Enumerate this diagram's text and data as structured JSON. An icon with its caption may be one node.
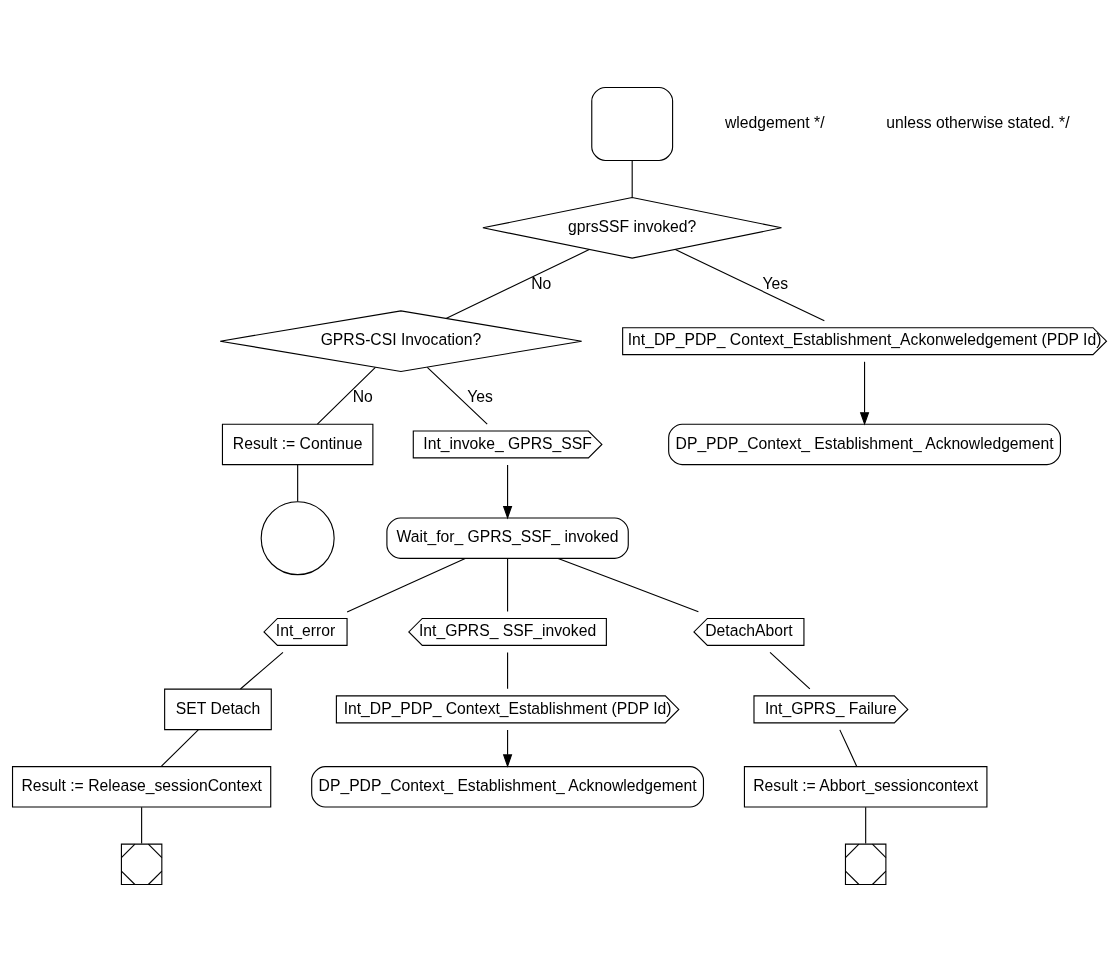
{
  "diagram": {
    "nodes": [
      {
        "text": [],
        "shape": "box"
      },
      {
        "text": [
          "gprsSSF invoked?"
        ]
      },
      {
        "text": [
          "GPRS-CSI Invocation?"
        ]
      },
      {
        "text": [
          "Result := Continue"
        ]
      },
      {
        "text": [],
        "shape": "circle"
      },
      {
        "text": [
          "Int_invoke_ GPRS_SSF"
        ]
      },
      {
        "text": [
          "Wait_for_ GPRS_SSF_ invoked"
        ]
      },
      {
        "text": [
          "Int_DP_PDP_ Context_Establishment_Ackonweledgement (PDP Id)"
        ]
      },
      {
        "text": [
          "DP_PDP_Context_ Establishment_ Acknowledgement"
        ]
      },
      {
        "text": [
          "Int_error"
        ]
      },
      {
        "text": [
          "SET Detach"
        ]
      },
      {
        "text": [
          "Result := Release_sessionContext"
        ]
      },
      {
        "text": [],
        "shape": "cross"
      },
      {
        "text": [
          "Int_GPRS_ SSF_invoked"
        ]
      },
      {
        "text": [
          "Int_DP_PDP_ Context_Establishment (PDP Id)"
        ]
      },
      {
        "text": [
          "DP_PDP_Context_ Establishment_ Acknowledgement"
        ]
      },
      {
        "text": [
          "DetachAbort"
        ]
      },
      {
        "text": [
          "Int_GPRS_ Failure"
        ]
      },
      {
        "text": [
          "Result := Abbort_sessioncontext"
        ]
      },
      {
        "text": [],
        "shape": "cross"
      }
    ],
    "edges": [
      {
        "from": 0,
        "to": 1,
        "arrow": "none"
      },
      {
        "from": 1,
        "to": 2,
        "arrow": "none",
        "label": "No"
      },
      {
        "from": 1,
        "to": 7,
        "arrow": "none",
        "label": "Yes"
      },
      {
        "from": 2,
        "to": 3,
        "arrow": "none",
        "label": "No"
      },
      {
        "from": 2,
        "to": 5,
        "arrow": "none",
        "label": "Yes"
      },
      {
        "from": 3,
        "to": 4,
        "arrow": "none"
      },
      {
        "from": 5,
        "to": 6,
        "arrow": "to"
      },
      {
        "from": 7,
        "to": 8,
        "arrow": "to"
      },
      {
        "from": 6,
        "to": 9,
        "arrow": "none"
      },
      {
        "from": 6,
        "to": 13,
        "arrow": "none"
      },
      {
        "from": 6,
        "to": 16,
        "arrow": "none"
      },
      {
        "from": 9,
        "to": 10,
        "arrow": "none"
      },
      {
        "from": 10,
        "to": 11,
        "arrow": "none"
      },
      {
        "from": 11,
        "to": 12,
        "arrow": "none"
      },
      {
        "from": 13,
        "to": 14,
        "arrow": "none"
      },
      {
        "from": 14,
        "to": 15,
        "arrow": "to"
      },
      {
        "from": 16,
        "to": 17,
        "arrow": "none"
      },
      {
        "from": 17,
        "to": 18,
        "arrow": "none"
      },
      {
        "from": 18,
        "to": 19,
        "arrow": "none"
      }
    ],
    "labels": [
      "wledgement */",
      "unless otherwise stated. */"
    ]
  }
}
